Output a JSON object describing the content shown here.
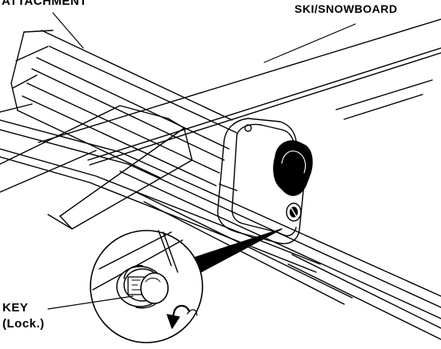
{
  "labels": {
    "attachment": "ATTACHMENT",
    "ski_snowboard": "SKI/SNOWBOARD",
    "key": "KEY",
    "key_note": "(Lock.)"
  },
  "colors": {
    "ink": "#000000",
    "paper": "#ffffff"
  },
  "icons": {
    "key": "key-icon",
    "turn_arrow": "curved-arrow-icon"
  }
}
